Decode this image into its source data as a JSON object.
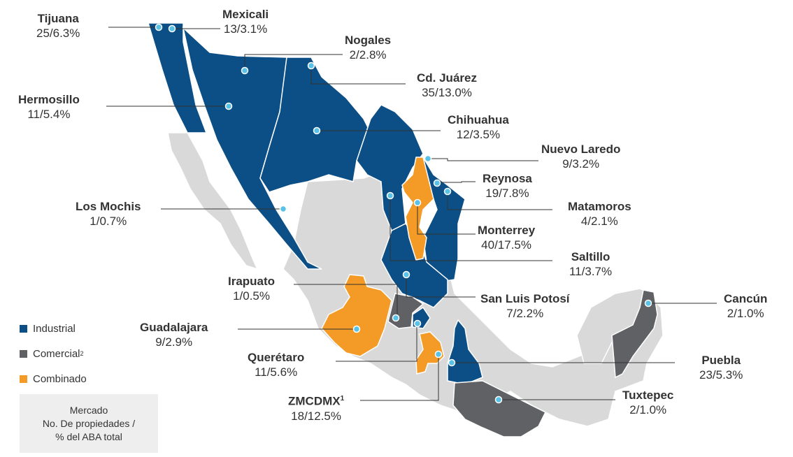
{
  "colors": {
    "industrial": "#0b4f86",
    "comercial": "#5f6164",
    "combinado": "#f39b26",
    "land": "#d9d9d9",
    "dot": "#5bc2e7",
    "leader": "#333333"
  },
  "legend": {
    "industrial": "Industrial",
    "comercial": "Comercial",
    "comercial_sup": "2",
    "combinado": "Combinado"
  },
  "key_box": {
    "line1": "Mercado",
    "line2": "No. De propiedades /",
    "line3": "% del ABA total"
  },
  "cities": {
    "tijuana": {
      "name": "Tijuana",
      "stat": "25/6.3%"
    },
    "mexicali": {
      "name": "Mexicali",
      "stat": "13/3.1%"
    },
    "nogales": {
      "name": "Nogales",
      "stat": "2/2.8%"
    },
    "juarez": {
      "name": "Cd. Juárez",
      "stat": "35/13.0%"
    },
    "hermosillo": {
      "name": "Hermosillo",
      "stat": "11/5.4%"
    },
    "chihuahua": {
      "name": "Chihuahua",
      "stat": "12/3.5%"
    },
    "nuevo_laredo": {
      "name": "Nuevo Laredo",
      "stat": "9/3.2%"
    },
    "reynosa": {
      "name": "Reynosa",
      "stat": "19/7.8%"
    },
    "los_mochis": {
      "name": "Los Mochis",
      "stat": "1/0.7%"
    },
    "matamoros": {
      "name": "Matamoros",
      "stat": "4/2.1%"
    },
    "monterrey": {
      "name": "Monterrey",
      "stat": "40/17.5%"
    },
    "saltillo": {
      "name": "Saltillo",
      "stat": "11/3.7%"
    },
    "irapuato": {
      "name": "Irapuato",
      "stat": "1/0.5%"
    },
    "san_luis": {
      "name": "San Luis Potosí",
      "stat": "7/2.2%"
    },
    "cancun": {
      "name": "Cancún",
      "stat": "2/1.0%"
    },
    "guadalajara": {
      "name": "Guadalajara",
      "stat": "9/2.9%"
    },
    "queretaro": {
      "name": "Querétaro",
      "stat": "11/5.6%"
    },
    "puebla": {
      "name": "Puebla",
      "stat": "23/5.3%"
    },
    "zmcdmx": {
      "name": "ZMCDMX",
      "name_sup": "1",
      "stat": "18/12.5%"
    },
    "tuxtepec": {
      "name": "Tuxtepec",
      "stat": "2/1.0%"
    }
  }
}
